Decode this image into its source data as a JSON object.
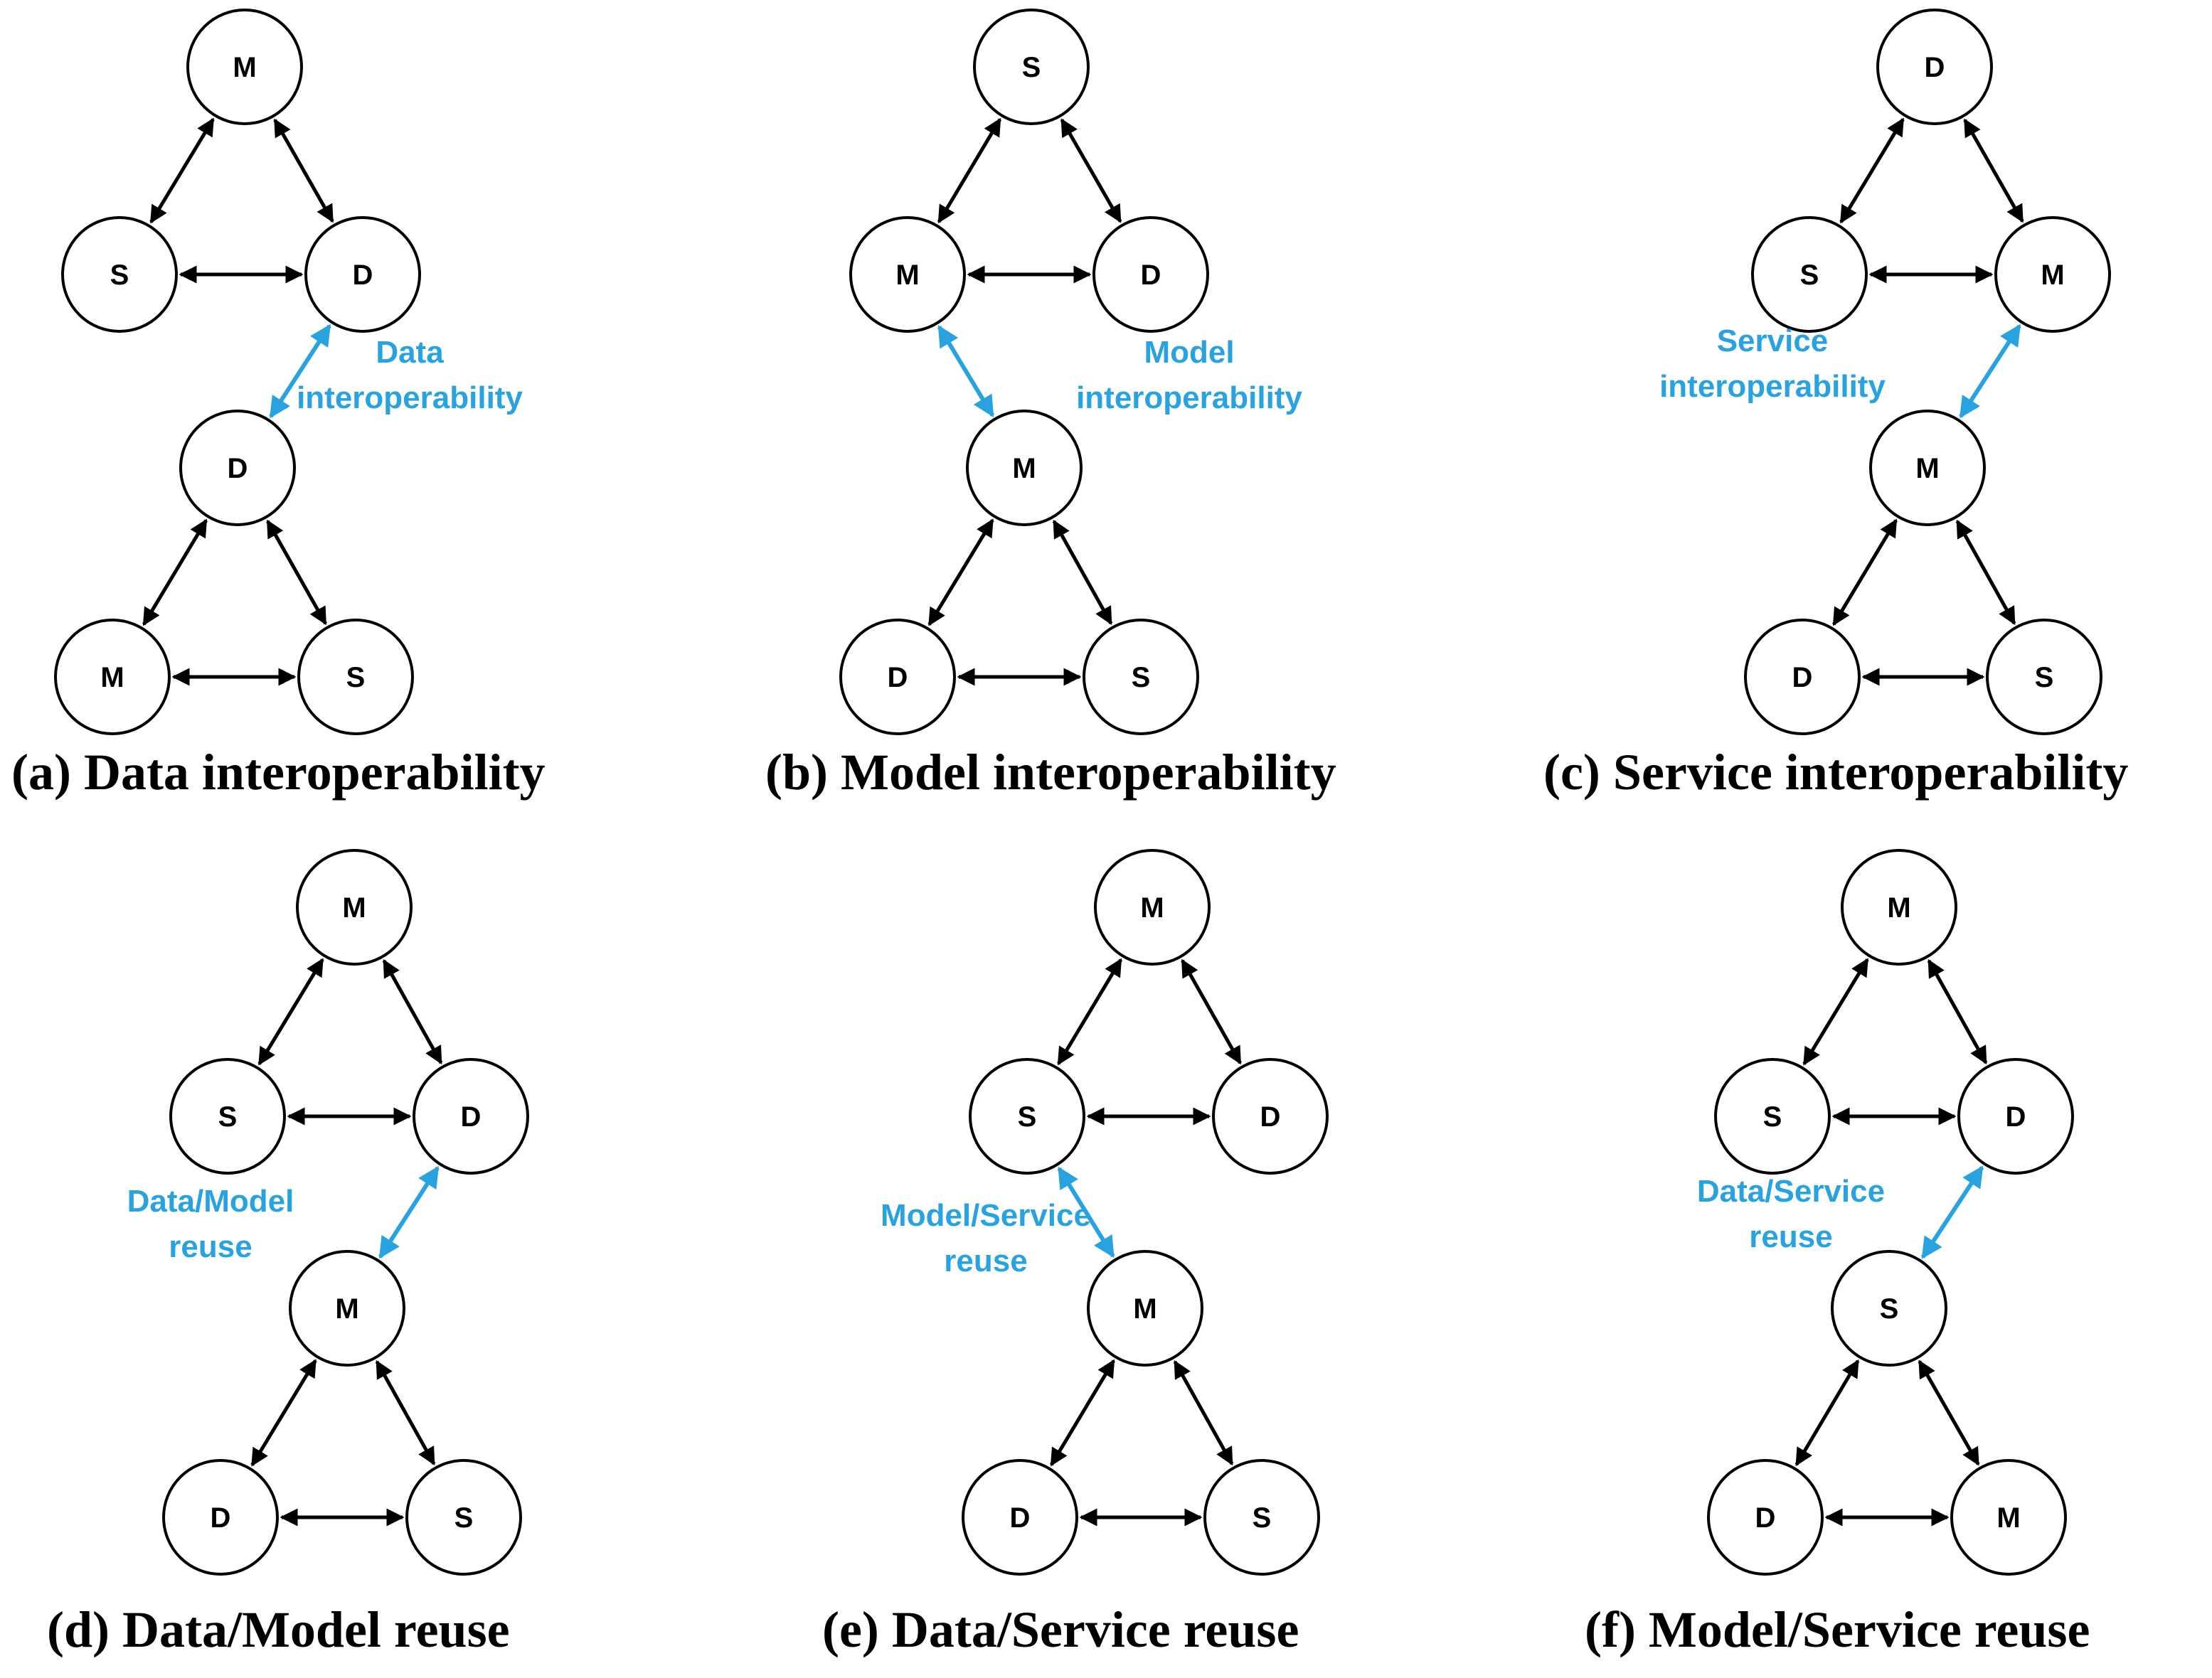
{
  "colors": {
    "link": "#29a3e0",
    "edge": "#000000",
    "node_fill": "#ffffff",
    "node_stroke": "#000000"
  },
  "panels": [
    {
      "id": "a",
      "caption": "(a) Data interoperability",
      "upper": {
        "top": "M",
        "left": "S",
        "right": "D"
      },
      "lower": {
        "top": "D",
        "left": "M",
        "right": "S"
      },
      "connects": [
        "upper.right",
        "lower.top"
      ],
      "link_label": [
        "Data",
        "interoperability"
      ]
    },
    {
      "id": "b",
      "caption": "(b) Model interoperability",
      "upper": {
        "top": "S",
        "left": "M",
        "right": "D"
      },
      "lower": {
        "top": "M",
        "left": "D",
        "right": "S"
      },
      "connects": [
        "upper.left",
        "lower.top"
      ],
      "link_label": [
        "Model",
        "interoperability"
      ]
    },
    {
      "id": "c",
      "caption": "(c) Service interoperability",
      "upper": {
        "top": "D",
        "left": "S",
        "right": "M"
      },
      "lower": {
        "top": "M",
        "left": "D",
        "right": "S"
      },
      "connects": [
        "upper.right",
        "lower.top"
      ],
      "link_label": [
        "Service",
        "interoperability"
      ]
    },
    {
      "id": "d",
      "caption": "(d) Data/Model reuse",
      "upper": {
        "top": "M",
        "left": "S",
        "right": "D"
      },
      "lower": {
        "top": "M",
        "left": "D",
        "right": "S"
      },
      "connects": [
        "upper.right",
        "lower.top"
      ],
      "link_label": [
        "Data/Model",
        "reuse"
      ]
    },
    {
      "id": "e",
      "caption": "(e) Data/Service reuse",
      "upper": {
        "top": "M",
        "left": "S",
        "right": "D"
      },
      "lower": {
        "top": "M",
        "left": "D",
        "right": "S"
      },
      "connects": [
        "upper.left",
        "lower.top"
      ],
      "link_label": [
        "Model/Service",
        "reuse"
      ]
    },
    {
      "id": "f",
      "caption": "(f) Model/Service reuse",
      "upper": {
        "top": "M",
        "left": "S",
        "right": "D"
      },
      "lower": {
        "top": "S",
        "left": "D",
        "right": "M"
      },
      "connects": [
        "upper.right",
        "lower.top"
      ],
      "link_label": [
        "Data/Service",
        "reuse"
      ]
    }
  ]
}
